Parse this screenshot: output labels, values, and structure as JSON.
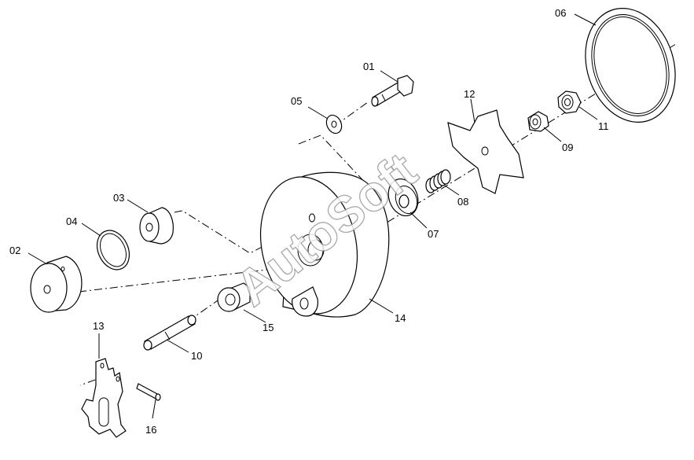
{
  "watermark": "AutoSoft",
  "labels": {
    "p01": "01",
    "p02": "02",
    "p03": "03",
    "p04": "04",
    "p05": "05",
    "p06": "06",
    "p07": "07",
    "p08": "08",
    "p09": "09",
    "p10": "10",
    "p11": "11",
    "p12": "12",
    "p13": "13",
    "p14": "14",
    "p15": "15",
    "p16": "16"
  }
}
